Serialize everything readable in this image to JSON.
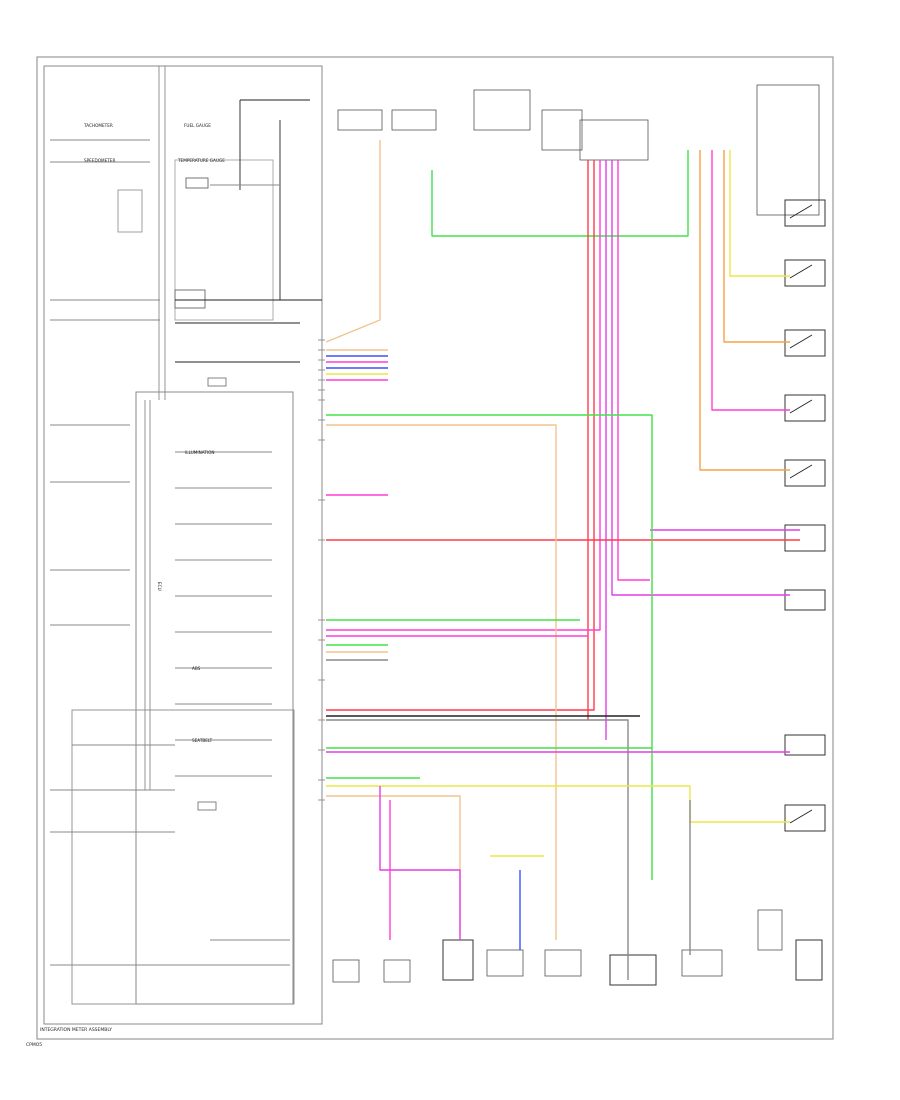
{
  "colors": {
    "red": "#ff3b4a",
    "pink": "#ff3fd5",
    "magenta": "#e23fe8",
    "green": "#40e24a",
    "orange": "#f5a24a",
    "peach": "#f2c48f",
    "yellow": "#e9e94a",
    "blue": "#3a50ff",
    "black": "#222222",
    "gray": "#8a8a8a",
    "tan": "#e3b98a"
  },
  "labels": {
    "footer_title": "INTEGRATION METER ASSEMBLY",
    "footer_code": "CPMO5",
    "tachometer": "TACHOMETER",
    "fuel_gauge": "FUEL GAUGE",
    "speedometer": "SPEEDOMETER",
    "temperature_gauge": "TEMPERATURE GAUGE",
    "illumination": "ILLUMINATION",
    "ecu": "ECU",
    "abs": "ABS",
    "seatbelt": "SEATBELT"
  }
}
